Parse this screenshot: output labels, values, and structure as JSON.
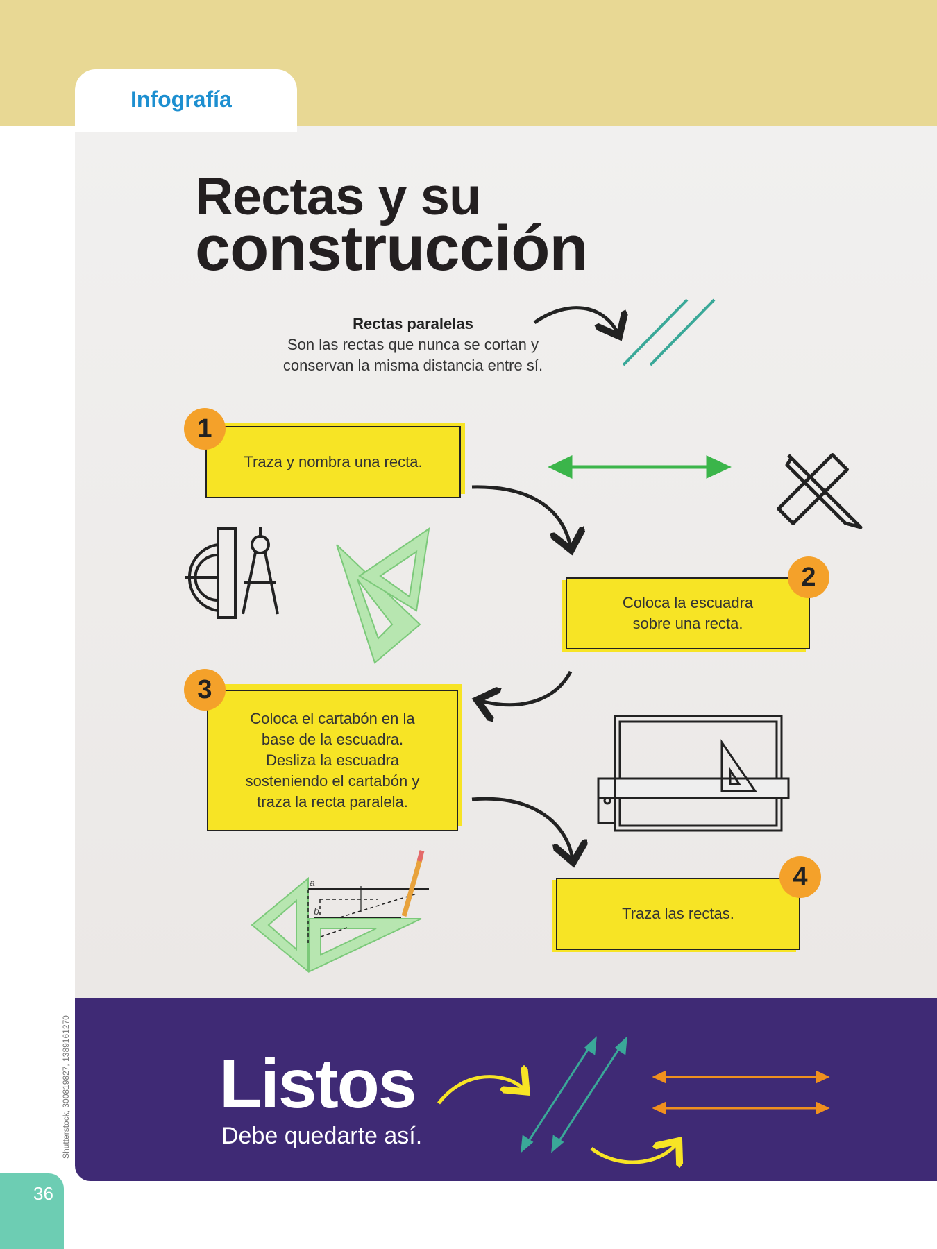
{
  "header": {
    "tab_label": "Infografía"
  },
  "title": {
    "line1": "Rectas y su",
    "line2": "construcción"
  },
  "definition": {
    "heading": "Rectas paralelas",
    "text": "Son las rectas que nunca se cortan y conservan la misma distancia entre sí."
  },
  "steps": [
    {
      "number": "1",
      "text": "Traza y nombra una recta."
    },
    {
      "number": "2",
      "text": "Coloca la escuadra sobre una recta."
    },
    {
      "number": "3",
      "text": "Coloca el cartabón en la base de la escuadra. Desliza la escuadra sosteniendo el cartabón y traza la recta paralela."
    },
    {
      "number": "4",
      "text": "Traza las rectas."
    }
  ],
  "diagram_labels": {
    "a": "a",
    "b": "b"
  },
  "footer": {
    "title": "Listos",
    "subtitle": "Debe quedarte así."
  },
  "page_number": "36",
  "credit": "Shutterstock, 300819827, 1389161270",
  "colors": {
    "top_band": "#e8d894",
    "tab_text": "#1d8fd0",
    "box": "#f7e425",
    "badge": "#f4a12a",
    "footer": "#3f2a75",
    "page_tab": "#6dcdb3"
  }
}
